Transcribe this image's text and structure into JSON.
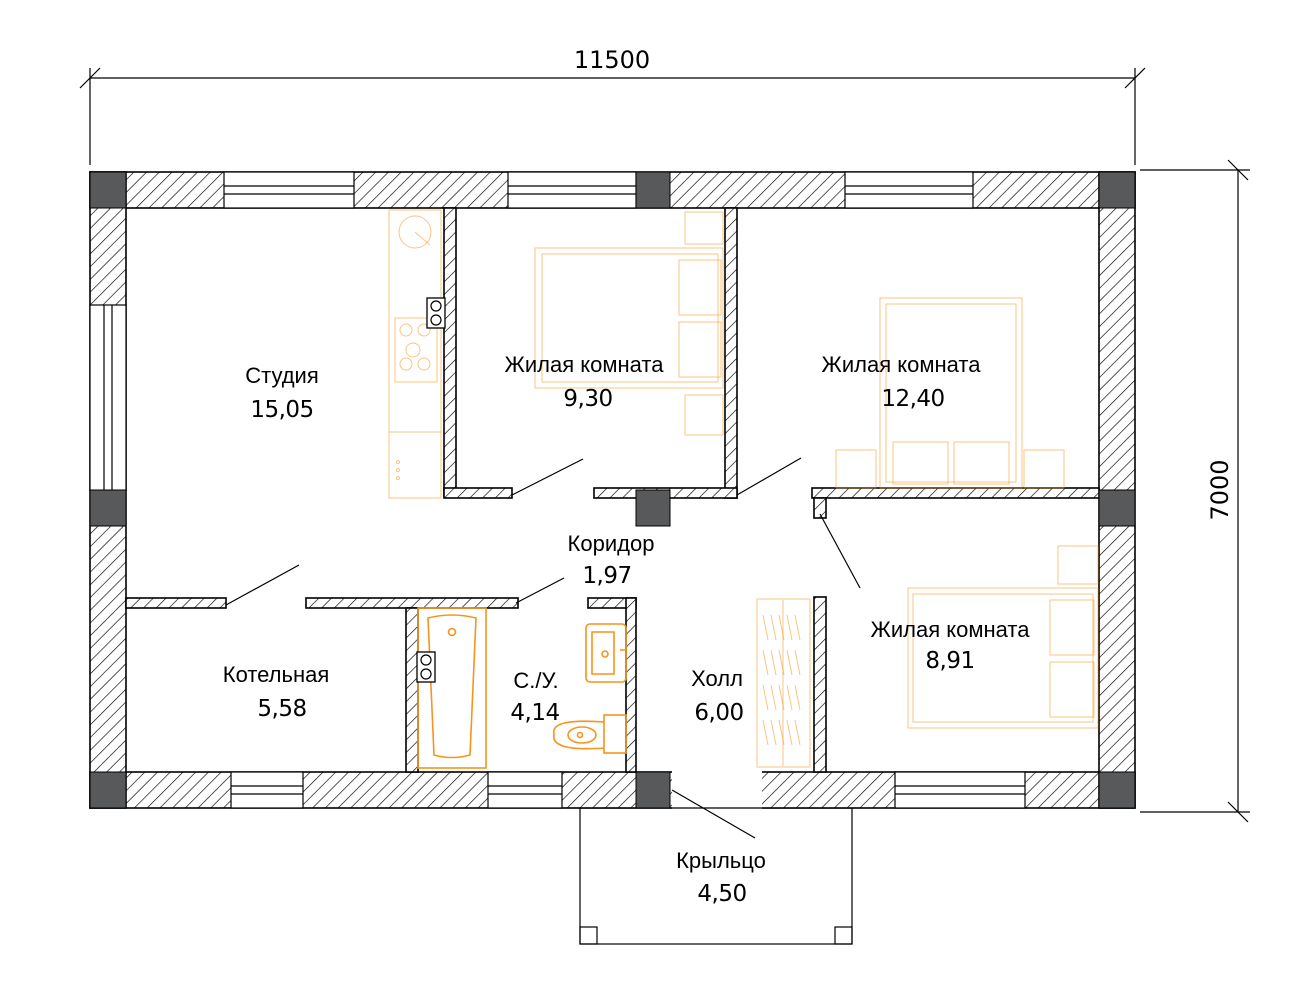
{
  "dimensions": {
    "width": "11500",
    "height": "7000"
  },
  "rooms": {
    "studio": {
      "name": "Студия",
      "area": "15,05"
    },
    "living1": {
      "name": "Жилая комната",
      "area": "9,30"
    },
    "living2": {
      "name": "Жилая комната",
      "area": "12,40"
    },
    "living3": {
      "name": "Жилая комната",
      "area": "8,91"
    },
    "corridor": {
      "name": "Коридор",
      "area": "1,97"
    },
    "boiler": {
      "name": "Котельная",
      "area": "5,58"
    },
    "bathroom": {
      "name": "С./У.",
      "area": "4,14"
    },
    "hall": {
      "name": "Холл",
      "area": "6,00"
    },
    "porch": {
      "name": "Крыльцо",
      "area": "4,50"
    }
  },
  "colors": {
    "wall_outline": "#000000",
    "column": "#58595b",
    "furniture": "#f7941d",
    "background": "#ffffff"
  },
  "icons": [
    "stove-icon",
    "sink-icon",
    "toilet-icon",
    "bathtub-icon",
    "washbasin-icon",
    "bed-icon",
    "wardrobe-icon"
  ]
}
